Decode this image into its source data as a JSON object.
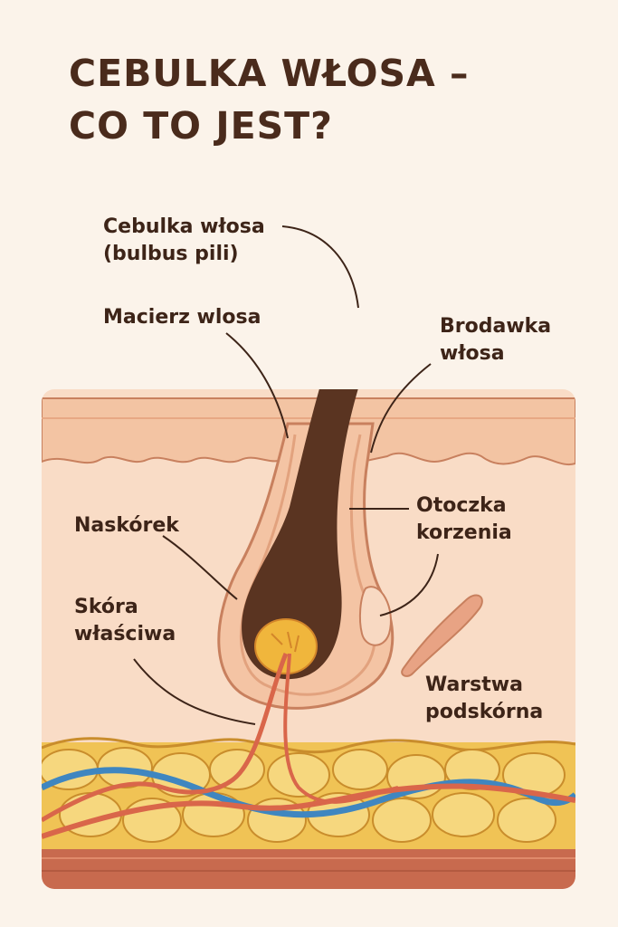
{
  "title": {
    "line1": "CEBULKA WŁOSA –",
    "line2": "CO TO JEST?"
  },
  "labels": {
    "bulb": {
      "line1": "Cebulka włosa",
      "line2": "(bulbus pili)"
    },
    "matrix": "Macierz wlosa",
    "papilla": {
      "line1": "Brodawka",
      "line2": "włosa"
    },
    "epidermis": "Naskórek",
    "sheath": {
      "line1": "Otoczka",
      "line2": "korzenia"
    },
    "dermis": {
      "line1": "Skóra",
      "line2": "właściwa"
    },
    "subcutis": {
      "line1": "Warstwa",
      "line2": "podskórna"
    }
  },
  "colors": {
    "background": "#fbf3ea",
    "hair": "#5a3421",
    "epidermis": "#f3c4a3",
    "dermis": "#f9dcc6",
    "fat": "#f0c355",
    "vein": "#3f86c0",
    "artery": "#d9664a",
    "muscle": "#c86a4e"
  }
}
